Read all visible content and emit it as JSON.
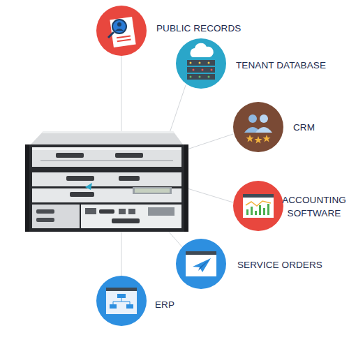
{
  "diagram": {
    "nodes": [
      {
        "text": [
          "PUBLIC RECORDS"
        ]
      },
      {
        "text": [
          "TENANT DATABASE"
        ]
      },
      {
        "text": [
          "CRM"
        ]
      },
      {
        "text": [
          "ACCOUNTING SOFTWARE"
        ]
      },
      {
        "text": [
          "SERVICE ORDERS"
        ]
      },
      {
        "text": [
          "ERP"
        ]
      }
    ]
  }
}
